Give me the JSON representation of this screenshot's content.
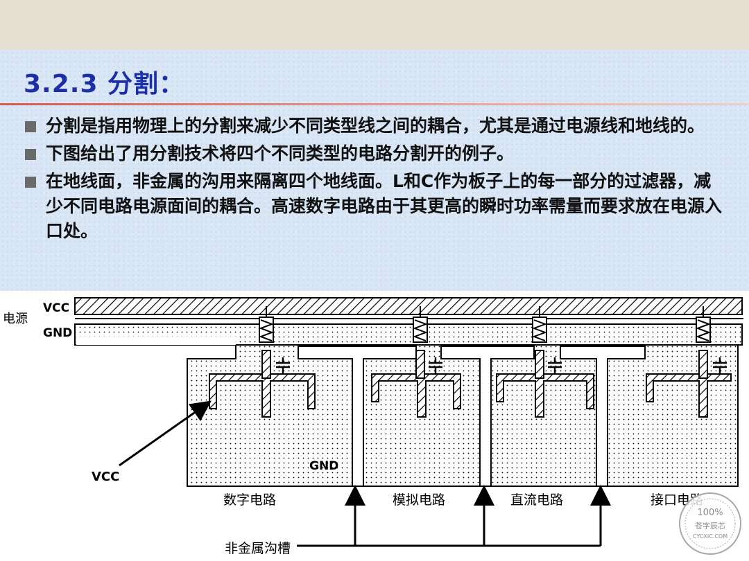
{
  "slide": {
    "title": "3.2.3  分割：",
    "bullets": [
      "分割是指用物理上的分割来减少不同类型线之间的耦合，尤其是通过电源线和地线的。",
      "下图给出了用分割技术将四个不同类型的电路分割开的例子。",
      "在地线面，非金属的沟用来隔离四个地线面。L和C作为板子上的每一部分的过滤器，减少不同电路电源面间的耦合。高速数字电路由于其更高的瞬时功率需量而要求放在电源入口处。"
    ]
  },
  "diagram": {
    "power_label": "电源",
    "vcc_label": "VCC",
    "gnd_label": "GND",
    "region_gnd_label": "GND",
    "vcc_arrow_label": "VCC",
    "regions": [
      "数字电路",
      "模拟电路",
      "直流电路",
      "接口电路"
    ],
    "trench_label": "非金属沟槽"
  },
  "watermark": {
    "percent": "100%",
    "name": "苍字辰芯",
    "site": "CYCXIC.COM",
    "colors": {
      "ring": "#a8a8a8",
      "text": "#8a8a8a"
    }
  },
  "colors": {
    "title": "#1c2fa6",
    "bullet_marker": "#6a6a6a",
    "title_rule": "#d85a4a",
    "diagram_bg": "#ffffff",
    "line": "#000000"
  }
}
